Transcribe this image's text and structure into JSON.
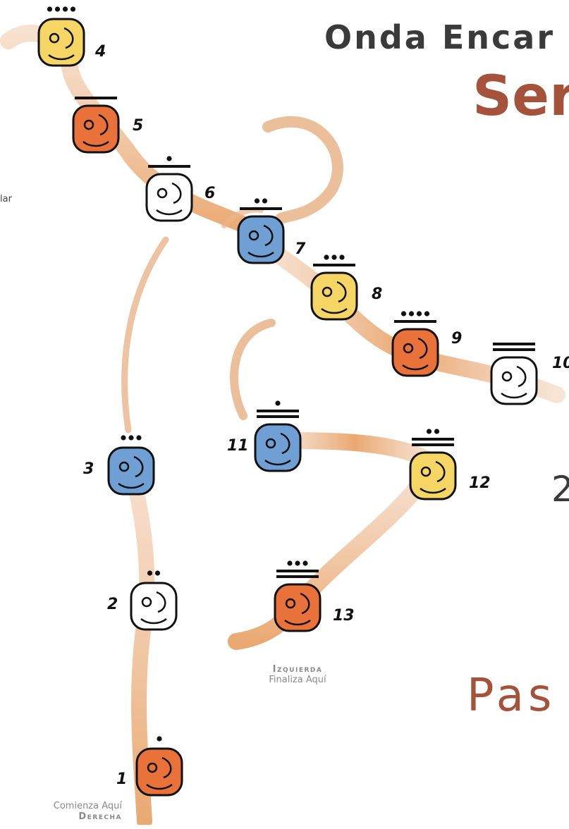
{
  "header": {
    "title_top": "Onda Encar",
    "title_main": "Ser",
    "side_number": "2",
    "footer_word": "Pas",
    "cut_text": "lar"
  },
  "labels": {
    "start_sub": "Comienza Aquí",
    "start_dir": "Derecha",
    "end_dir": "Izquierda",
    "end_sub": "Finaliza Aquí"
  },
  "glyphs": [
    {
      "n": "1",
      "color": "#e9723a",
      "icon": "earth-glyph-icon"
    },
    {
      "n": "2",
      "color": "#ffffff",
      "icon": "wind-glyph-icon"
    },
    {
      "n": "3",
      "color": "#6f9fd3",
      "icon": "night-glyph-icon"
    },
    {
      "n": "4",
      "color": "#f5d664",
      "icon": "seed-glyph-icon"
    },
    {
      "n": "5",
      "color": "#e9723a",
      "icon": "serpent-glyph-icon"
    },
    {
      "n": "6",
      "color": "#ffffff",
      "icon": "world-bridger-glyph-icon"
    },
    {
      "n": "7",
      "color": "#6f9fd3",
      "icon": "hand-glyph-icon"
    },
    {
      "n": "8",
      "color": "#f5d664",
      "icon": "star-glyph-icon"
    },
    {
      "n": "9",
      "color": "#e9723a",
      "icon": "moon-glyph-icon"
    },
    {
      "n": "10",
      "color": "#ffffff",
      "icon": "dog-glyph-icon"
    },
    {
      "n": "11",
      "color": "#6f9fd3",
      "icon": "monkey-glyph-icon"
    },
    {
      "n": "12",
      "color": "#f5d664",
      "icon": "human-glyph-icon"
    },
    {
      "n": "13",
      "color": "#e9723a",
      "icon": "skywalker-glyph-icon"
    }
  ],
  "colors": {
    "path": "#e9b48a",
    "title_accent": "#a4523a",
    "title_dark": "#3a3a3a"
  }
}
